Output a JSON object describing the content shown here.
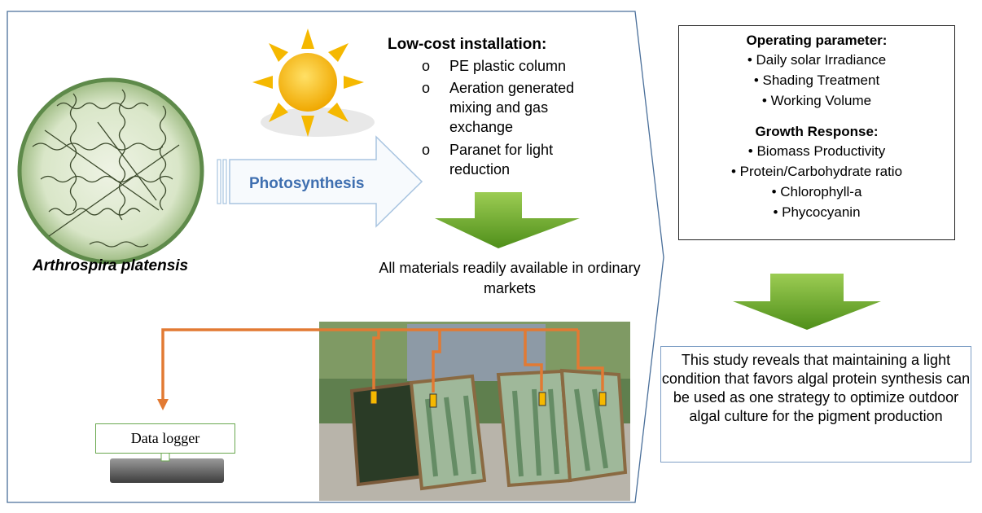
{
  "organism": {
    "name": "Arthrospira platensis"
  },
  "process": {
    "label": "Photosynthesis"
  },
  "installation": {
    "title": "Low-cost installation:",
    "bullet_symbol": "o",
    "items": [
      {
        "lines": [
          "PE plastic column"
        ]
      },
      {
        "lines": [
          "Aeration generated",
          "mixing and gas",
          "exchange"
        ]
      },
      {
        "lines": [
          "Paranet for light",
          "reduction"
        ]
      }
    ]
  },
  "materials_note": "All materials readily available in ordinary markets",
  "operating": {
    "title": "Operating parameter:",
    "items": [
      "Daily solar Irradiance",
      "Shading Treatment",
      "Working Volume"
    ]
  },
  "growth": {
    "title": "Growth Response:",
    "items": [
      "Biomass Productivity",
      "Protein/Carbohydrate ratio",
      "Chlorophyll-a",
      "Phycocyanin"
    ]
  },
  "conclusion": "This study reveals that maintaining a light condition that favors algal protein synthesis can be used as one strategy to optimize outdoor algal culture for the pigment production",
  "logger": {
    "label": "Data logger"
  },
  "colors": {
    "arrow_green": "#6aaa2a",
    "wire_orange": "#e27a33",
    "photo_text": "#3f6fb0",
    "panel_border": "#4a6f9a",
    "sun_yellow": "#f5b800"
  }
}
